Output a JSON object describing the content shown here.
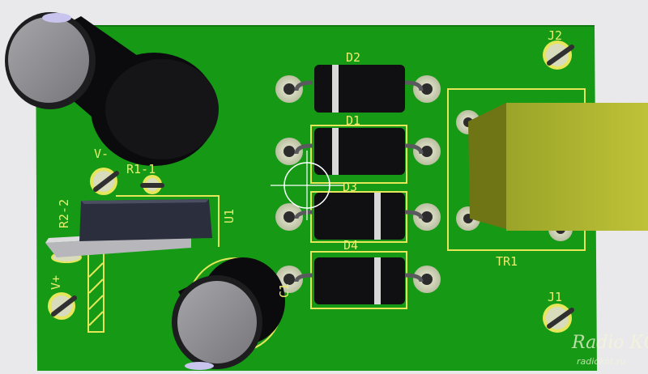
{
  "labels": {
    "d1": "D1",
    "d2": "D2",
    "d3": "D3",
    "d4": "D4",
    "tr1": "TR1",
    "j1": "J1",
    "j2": "J2",
    "r1": "R1-1",
    "r2": "R2-2",
    "u1": "U1",
    "vplus": "V+",
    "vminus": "V-",
    "c1": "C1"
  },
  "watermark": {
    "brand": "Radio КОТ",
    "site": "radiokot.ru"
  },
  "colors": {
    "board": "#169a16",
    "silkscreen": "#e6e65a",
    "pad": "#d8dcbc",
    "background": "#e9e9ec"
  }
}
